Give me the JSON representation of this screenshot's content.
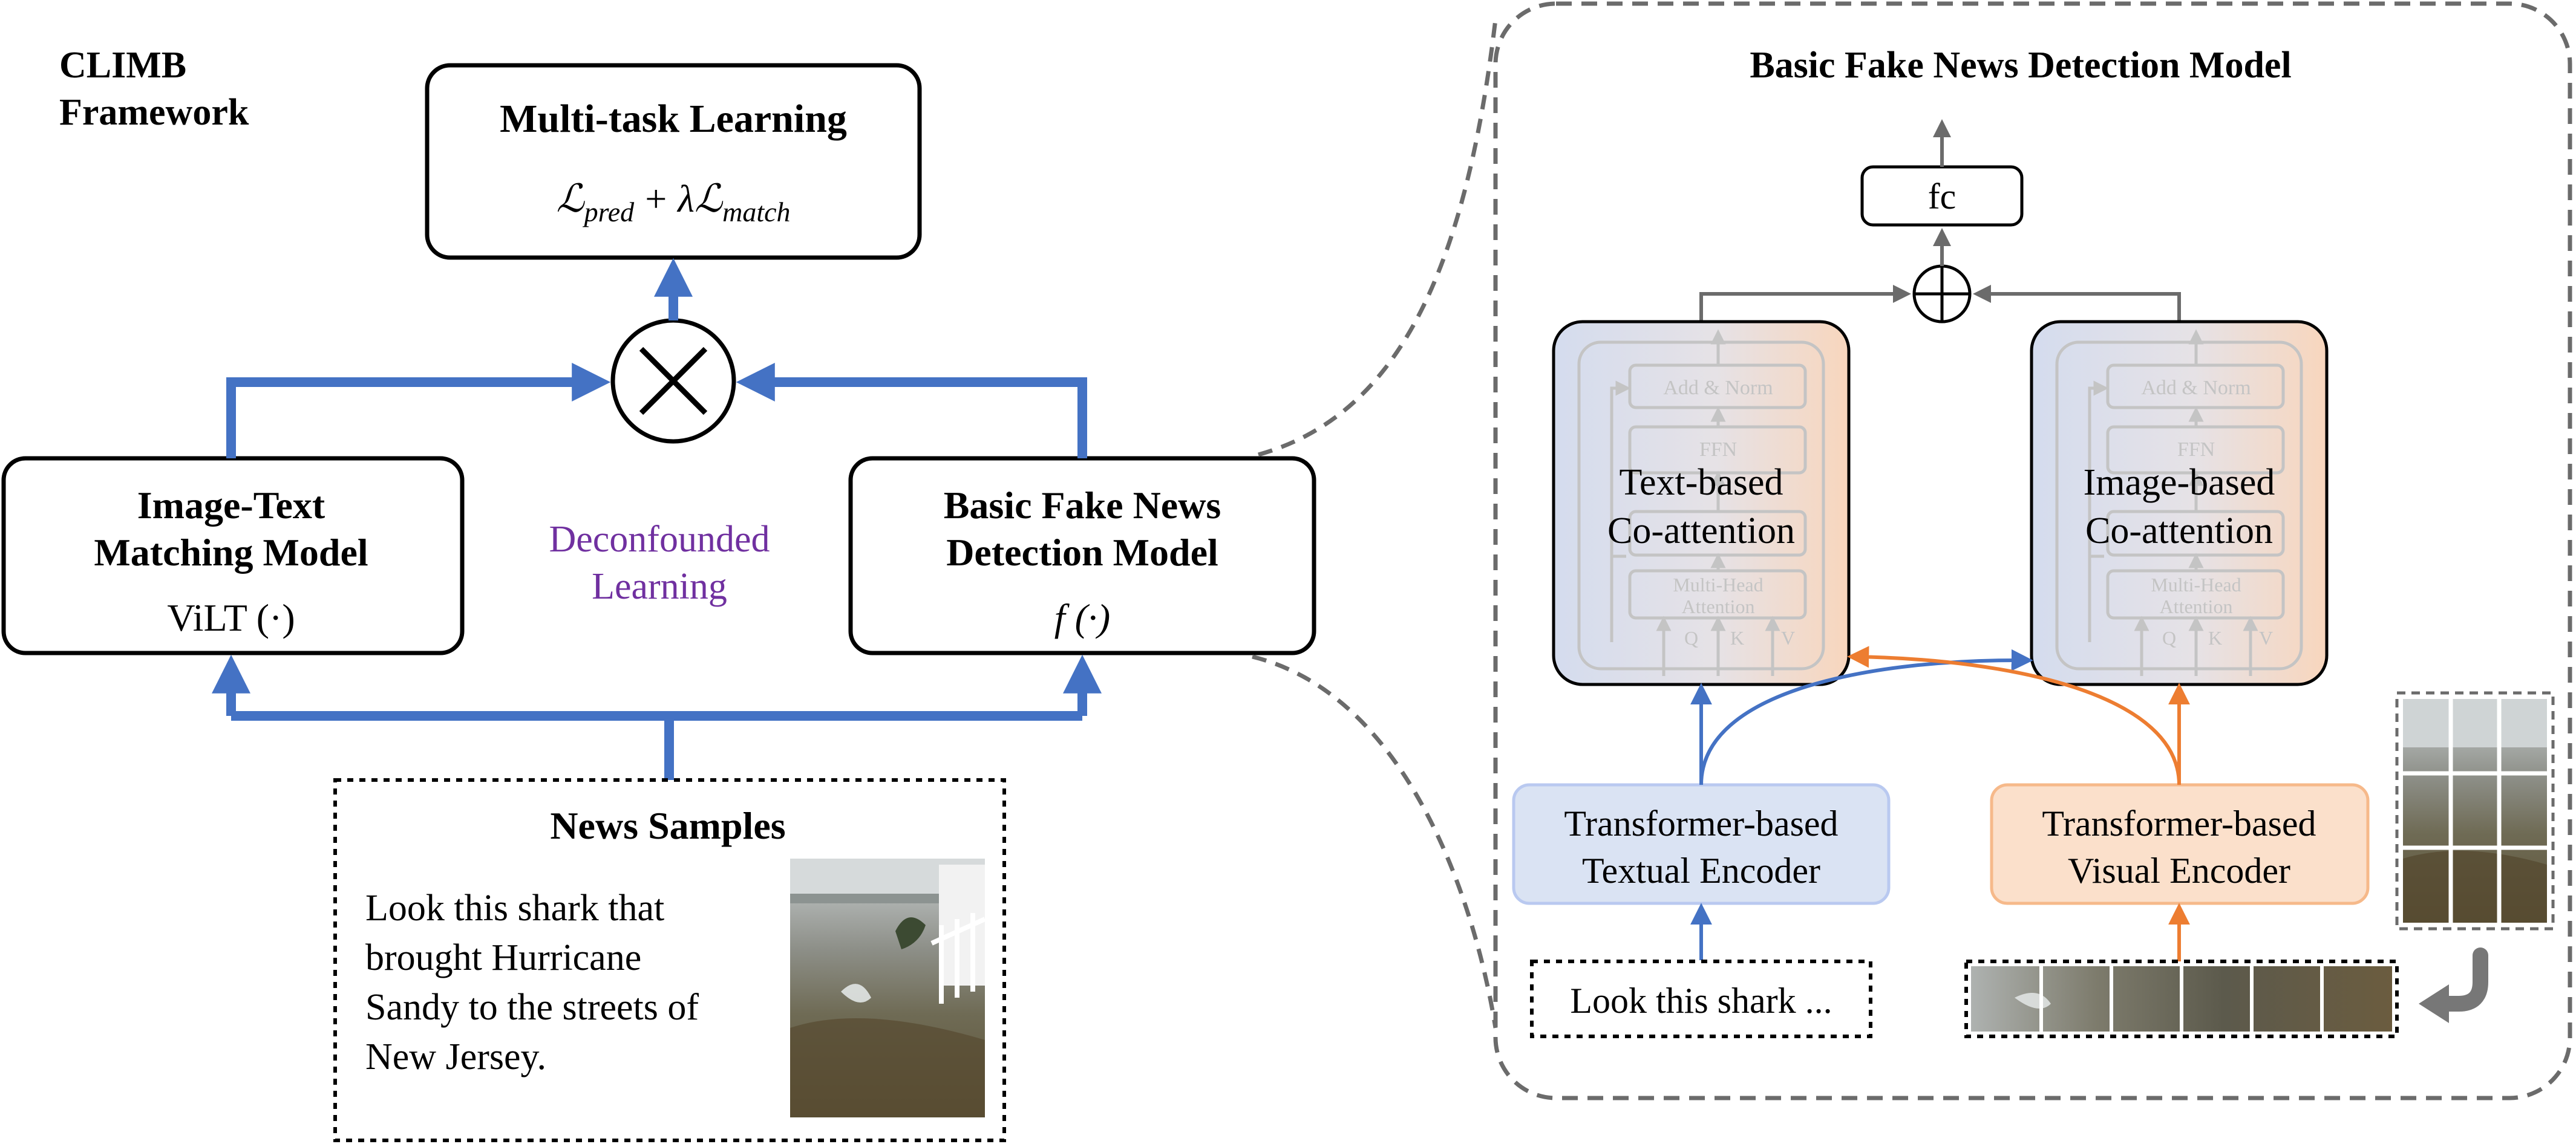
{
  "framework": {
    "title_line1": "CLIMB",
    "title_line2": "Framework"
  },
  "multitask": {
    "title": "Multi-task Learning",
    "formula_L1": "ℒ",
    "formula_sub1": "pred",
    "formula_plus": "+",
    "formula_lambda": "λℒ",
    "formula_sub2": "match"
  },
  "fusion_symbol": "×",
  "matching_model": {
    "line1": "Image-Text",
    "line2": "Matching Model",
    "func": "ViLT (·)"
  },
  "deconfounded": {
    "line1": "Deconfounded",
    "line2": "Learning"
  },
  "basic_model": {
    "line1": "Basic Fake News",
    "line2": "Detection Model",
    "func": "f (·)"
  },
  "news_samples": {
    "title": "News Samples",
    "lines": [
      "Look this shark that",
      "brought Hurricane",
      "Sandy to the streets of",
      "New Jersey."
    ]
  },
  "detail": {
    "title": "Basic Fake News Detection Model",
    "fc": "fc",
    "add_symbol": "+",
    "text_coattn": {
      "line1": "Text-based",
      "line2": "Co-attention"
    },
    "image_coattn": {
      "line1": "Image-based",
      "line2": "Co-attention"
    },
    "layer_add_norm": "Add & Norm",
    "layer_ffn": "FFN",
    "layer_mha_1": "Multi-Head",
    "layer_mha_2": "Attention",
    "q": "Q",
    "k": "K",
    "v": "V",
    "textual_encoder": {
      "line1": "Transformer-based",
      "line2": "Textual Encoder"
    },
    "visual_encoder": {
      "line1": "Transformer-based",
      "line2": "Visual Encoder"
    },
    "text_input": "Look this shark ..."
  },
  "colors": {
    "blue_arrow": "#4472C4",
    "purple_text": "#7030A0",
    "gray": "#6b6b6b",
    "orange": "#ED7D31",
    "text_encoder_fill": "#DAE3F3",
    "visual_encoder_fill": "#FBE0CB"
  }
}
